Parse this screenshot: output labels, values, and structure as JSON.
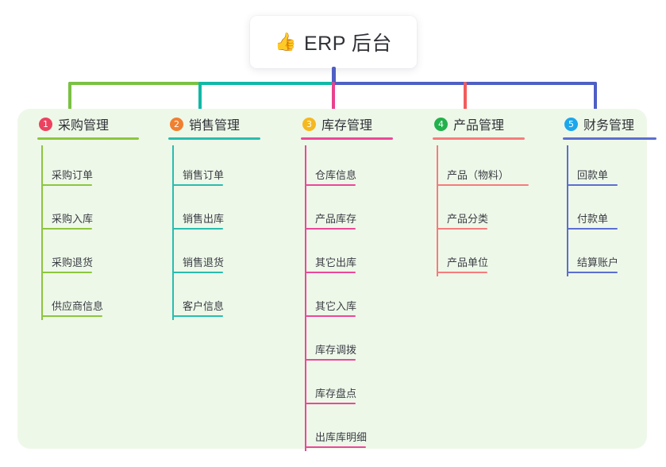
{
  "title": {
    "icon": "thumbs-up-icon",
    "icon_glyph": "👍",
    "text": "ERP 后台"
  },
  "colors": {
    "panel_bg": "#eef8e9",
    "trunk": "#4f5fc4",
    "connector_green": "#7ac143",
    "connector_teal": "#0fb9a6",
    "connector_blue": "#4f5fc4",
    "drop_green": "#7ac143",
    "drop_teal": "#0fb9a6",
    "drop_pink": "#e8418f",
    "drop_red": "#f25c5c",
    "drop_blue": "#4f5fc4",
    "text": "#2f3136"
  },
  "columns": [
    {
      "number": "1",
      "label": "采购管理",
      "badge_color": "#ec4260",
      "line_color": "#8dc63f",
      "items": [
        "采购订单",
        "采购入库",
        "采购退货",
        "供应商信息"
      ]
    },
    {
      "number": "2",
      "label": "销售管理",
      "badge_color": "#f08030",
      "line_color": "#29bdae",
      "items": [
        "销售订单",
        "销售出库",
        "销售退货",
        "客户信息"
      ]
    },
    {
      "number": "3",
      "label": "库存管理",
      "badge_color": "#f5b820",
      "line_color": "#ec4899",
      "items": [
        "仓库信息",
        "产品库存",
        "其它出库",
        "其它入库",
        "库存调拨",
        "库存盘点",
        "出库库明细"
      ]
    },
    {
      "number": "4",
      "label": "产品管理",
      "badge_color": "#22b14c",
      "line_color": "#f67c7c",
      "items": [
        "产品（物料）",
        "产品分类",
        "产品单位"
      ]
    },
    {
      "number": "5",
      "label": "财务管理",
      "badge_color": "#1ca7ec",
      "line_color": "#5b6fd0",
      "items": [
        "回款单",
        "付款单",
        "结算账户"
      ]
    }
  ]
}
